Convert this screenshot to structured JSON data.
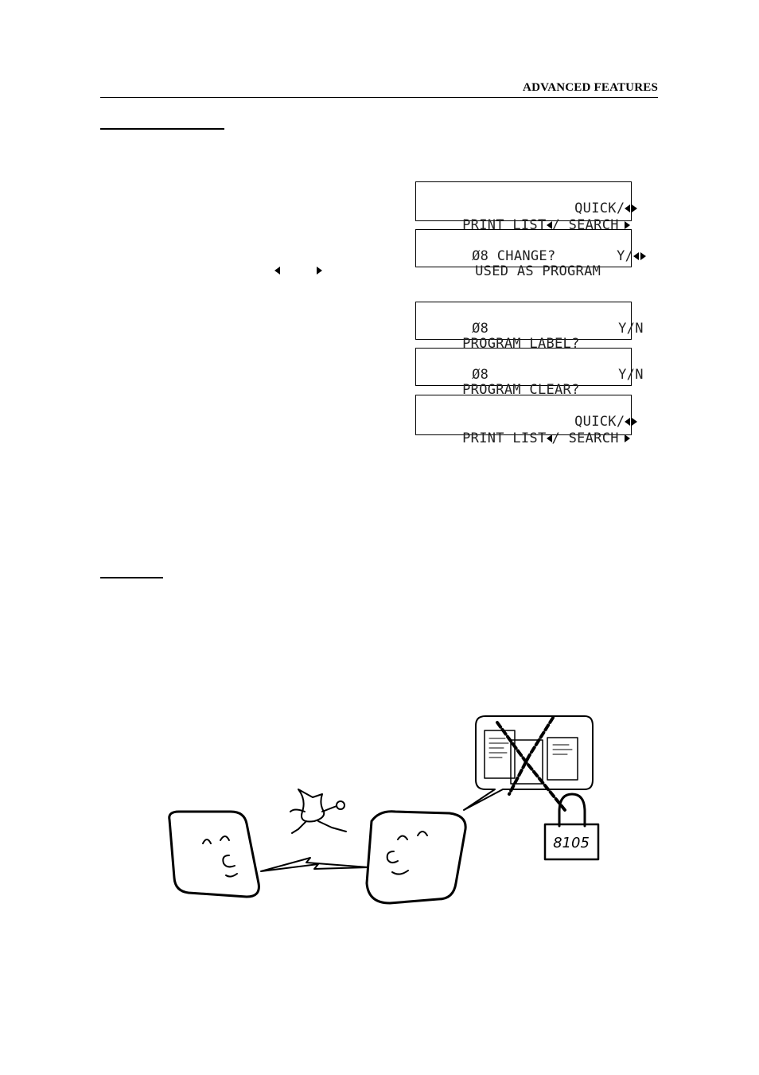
{
  "header": {
    "title": "ADVANCED FEATURES"
  },
  "lcd_screens": [
    {
      "line1": "QUICK/",
      "line2_a": "PRINT LIST",
      "line2_b": "/ SEARCH"
    },
    {
      "line1_a": "Ø8 CHANGE?",
      "line1_b": "Y/",
      "line2": "USED AS PROGRAM"
    },
    {
      "line1_a": "Ø8",
      "line1_b": "Y/N",
      "line2": "PROGRAM LABEL?"
    },
    {
      "line1_a": "Ø8",
      "line1_b": "Y/N",
      "line2": "PROGRAM CLEAR?"
    },
    {
      "line1": "QUICK/",
      "line2_a": "PRINT LIST",
      "line2_b": "/ SEARCH"
    }
  ],
  "illustration": {
    "lock_code": "8105"
  }
}
